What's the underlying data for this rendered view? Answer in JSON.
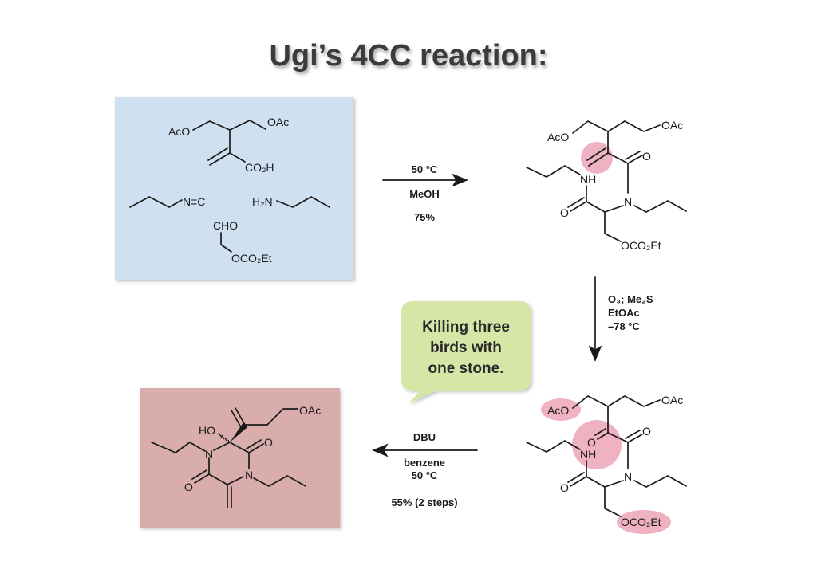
{
  "title": "Ugi’s 4CC reaction:",
  "colors": {
    "reactant_box": "#cfe0f1",
    "product_box": "#d8adab",
    "highlight": "#eeb2c2",
    "bubble": "#d5e6a6"
  },
  "reactants": {
    "acid": {
      "left": "AcO",
      "right": "OAc",
      "acid": "CO₂H"
    },
    "isocyanide": "N≡C",
    "amine": "H₂N",
    "aldehyde": {
      "top": "CHO",
      "bottom": "OCO₂Et"
    }
  },
  "step1": {
    "above": "50 °C",
    "below1": "MeOH",
    "yield": "75%"
  },
  "ugi_product": {
    "aco": "AcO",
    "oac": "OAc",
    "o1": "O",
    "nh": "NH",
    "n": "N",
    "o2": "O",
    "oco2et": "OCO₂Et"
  },
  "step2": {
    "line1": "O₃; Me₂S",
    "line2": "EtOAc",
    "line3": "–78 °C"
  },
  "ketone_product": {
    "aco": "AcO",
    "oac": "OAc",
    "o_ketone": "O",
    "o1": "O",
    "nh": "NH",
    "n": "N",
    "o2": "O",
    "oco2et": "OCO₂Et"
  },
  "bubble": {
    "line1": "Killing three",
    "line2": "birds with",
    "line3": "one stone."
  },
  "step3": {
    "above": "DBU",
    "below1": "benzene",
    "below2": "50 °C",
    "yield": "55% (2 steps)"
  },
  "final_product": {
    "oac": "OAc",
    "ho": "HO",
    "n1": "N",
    "o1": "O",
    "o2": "O",
    "n2": "N"
  }
}
